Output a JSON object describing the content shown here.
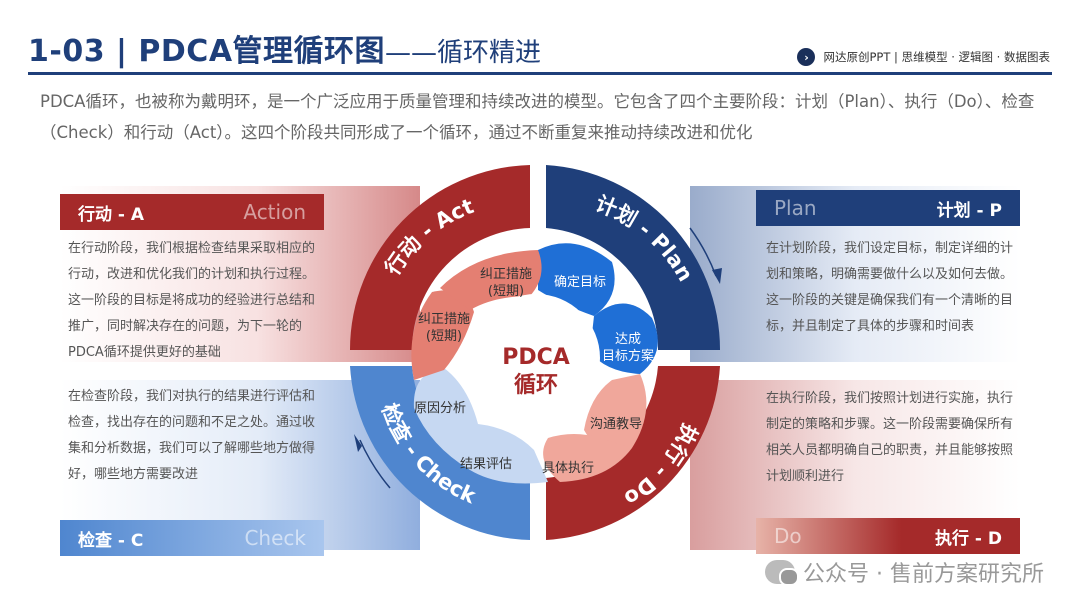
{
  "header": {
    "title_main": "1-03 | PDCA管理循环图",
    "title_sub": "——循环精进",
    "brand_text": "网达原创PPT | 思维模型 · 逻辑图 · 数据图表",
    "brand_icon": "chevron-right-icon"
  },
  "intro": "PDCA循环，也被称为戴明环，是一个广泛应用于质量管理和持续改进的模型。它包含了四个主要阶段：计划（Plan）、执行（Do）、检查（Check）和行动（Act）。这四个阶段共同形成了一个循环，通过不断重复来推动持续改进和优化",
  "panels": {
    "action": {
      "cn": "行动 - A",
      "en": "Action",
      "text": "在行动阶段，我们根据检查结果采取相应的行动，改进和优化我们的计划和执行过程。这一阶段的目标是将成功的经验进行总结和推广，同时解决存在的问题，为下一轮的PDCA循环提供更好的基础"
    },
    "plan": {
      "cn": "计划 - P",
      "en": "Plan",
      "text": "在计划阶段，我们设定目标，制定详细的计划和策略，明确需要做什么以及如何去做。这一阶段的关键是确保我们有一个清晰的目标，并且制定了具体的步骤和时间表"
    },
    "check": {
      "cn": "检查 - C",
      "en": "Check",
      "text": "在检查阶段，我们对执行的结果进行评估和检查，找出存在的问题和不足之处。通过收集和分析数据，我们可以了解哪些地方做得好，哪些地方需要改进"
    },
    "do": {
      "cn": "执行 - D",
      "en": "Do",
      "text": "在执行阶段，我们按照计划进行实施，执行制定的策略和步骤。这一阶段需要确保所有相关人员都明确自己的职责，并且能够按照计划顺利进行"
    }
  },
  "ring": {
    "act": "行动 - Act",
    "plan": "计划 - Plan",
    "do": "执行 - Do",
    "check": "检查 - Check"
  },
  "petals": {
    "p1": "确定目标",
    "p2_line1": "达成",
    "p2_line2": "目标方案",
    "d1": "沟通教导",
    "d2": "具体执行",
    "c1": "结果评估",
    "c2": "原因分析",
    "a1_line1": "纠正措施",
    "a1_line2": "(短期)",
    "a2_line1": "纠正措施",
    "a2_line2": "(短期)"
  },
  "center": {
    "line1": "PDCA",
    "line2": "循环"
  },
  "watermark": "公众号 · 售前方案研究所",
  "colors": {
    "navy": "#1f3f7a",
    "red": "#a52a2a",
    "blue": "#4f86cf",
    "salmon": "#e58c80",
    "lightblue": "#c6d8f2"
  }
}
